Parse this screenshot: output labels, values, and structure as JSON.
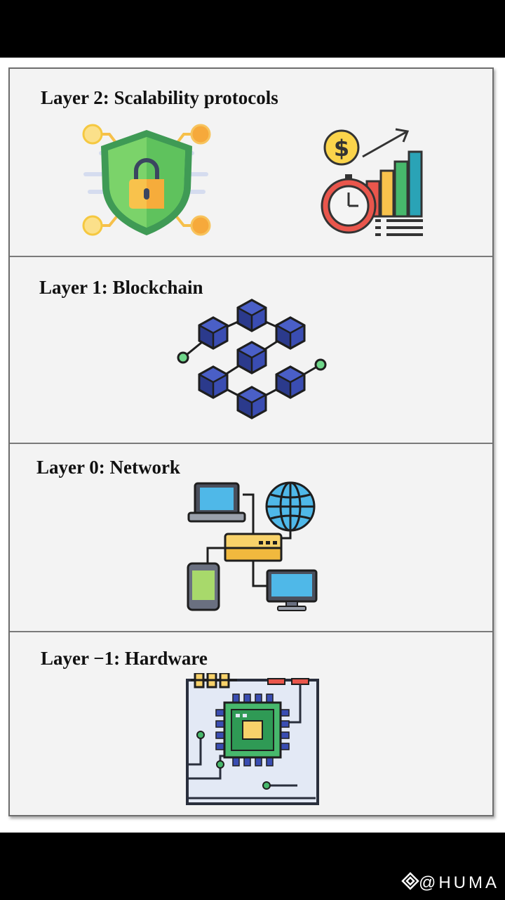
{
  "layers": [
    {
      "title": "Layer 2: Scalability protocols",
      "icons": [
        "shield-lock-icon",
        "growth-chart-icon"
      ]
    },
    {
      "title": "Layer 1: Blockchain",
      "icons": [
        "blockchain-cubes-icon"
      ]
    },
    {
      "title": "Layer 0: Network",
      "icons": [
        "network-devices-icon"
      ]
    },
    {
      "title": "Layer −1: Hardware",
      "icons": [
        "circuit-board-icon"
      ]
    }
  ],
  "watermark": {
    "text": "@HUMA"
  }
}
